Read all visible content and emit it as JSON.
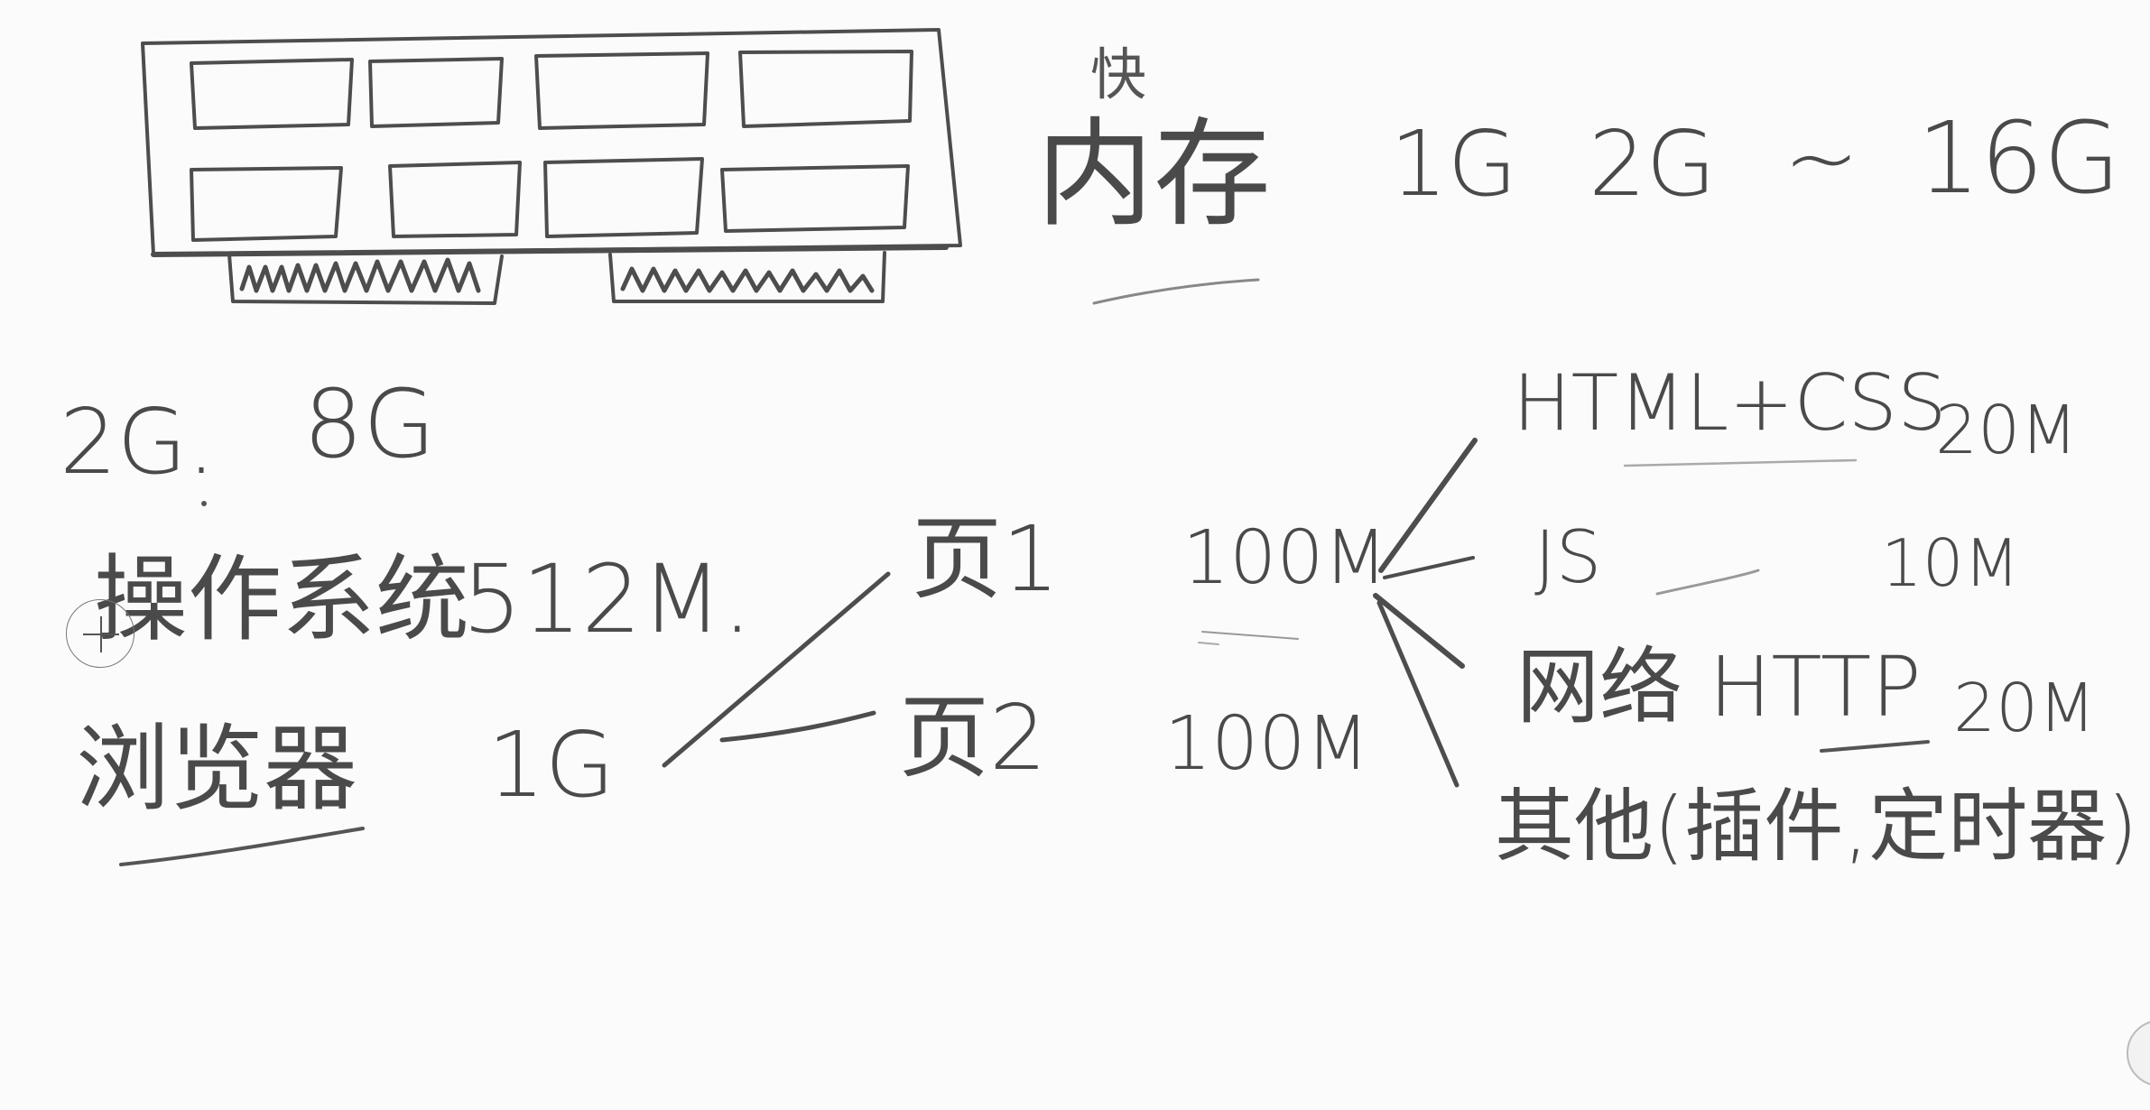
{
  "sketch": {
    "memory_word": "内存",
    "fast_note": "快",
    "capacity_1g": "1G",
    "capacity_2g": "2G",
    "range_tilde": "~",
    "capacity_16g": "16G",
    "total_2g": "2G.",
    "total_8g": "8G",
    "os_label": "操作系统",
    "os_size": "512M.",
    "browser_label": "浏览器",
    "browser_size": "1G",
    "page1_label": "页1",
    "page1_size": "100M",
    "page2_label": "页2",
    "page2_size": "100M",
    "html_css_label": "HTML+CSS",
    "html_css_size": "20M",
    "js_label": "JS",
    "js_size": "10M",
    "network_label": "网络 HTTP",
    "network_size": "20M",
    "other_label": "其他(插件,定时器)"
  }
}
